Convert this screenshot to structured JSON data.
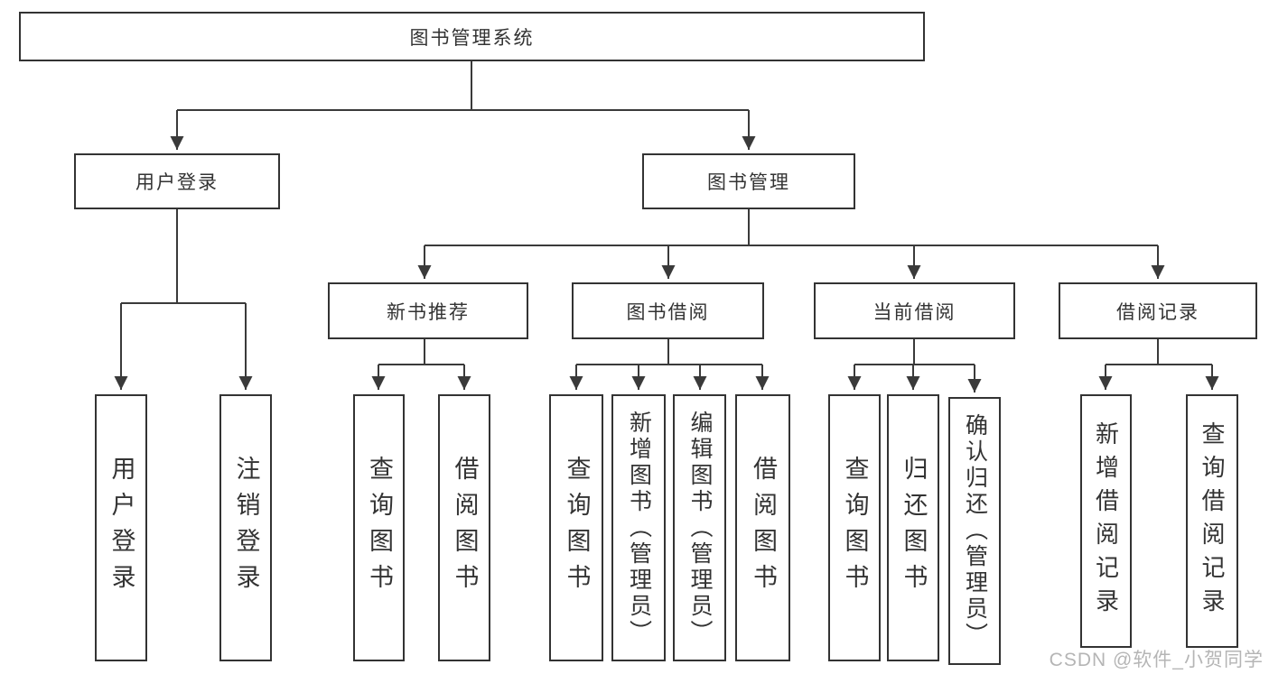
{
  "tree": {
    "root": {
      "label": "图书管理系统"
    },
    "branches": [
      {
        "label": "用户登录",
        "children": [
          {
            "label": "用户登录"
          },
          {
            "label": "注销登录"
          }
        ]
      },
      {
        "label": "图书管理",
        "children": [
          {
            "label": "新书推荐",
            "children": [
              {
                "label": "查询图书"
              },
              {
                "label": "借阅图书"
              }
            ]
          },
          {
            "label": "图书借阅",
            "children": [
              {
                "label": "查询图书"
              },
              {
                "label": "新增图书（管理员）"
              },
              {
                "label": "编辑图书（管理员）"
              },
              {
                "label": "借阅图书"
              }
            ]
          },
          {
            "label": "当前借阅",
            "children": [
              {
                "label": "查询图书"
              },
              {
                "label": "归还图书"
              },
              {
                "label": "确认归还（管理员）"
              }
            ]
          },
          {
            "label": "借阅记录",
            "children": [
              {
                "label": "新增借阅记录"
              },
              {
                "label": "查询借阅记录"
              }
            ]
          }
        ]
      }
    ]
  },
  "watermark": "CSDN @软件_小贺同学",
  "colors": {
    "line": "#3a3a3a",
    "border": "#333333",
    "text": "#333333",
    "watermark": "#b5b5b5",
    "background": "#ffffff"
  }
}
